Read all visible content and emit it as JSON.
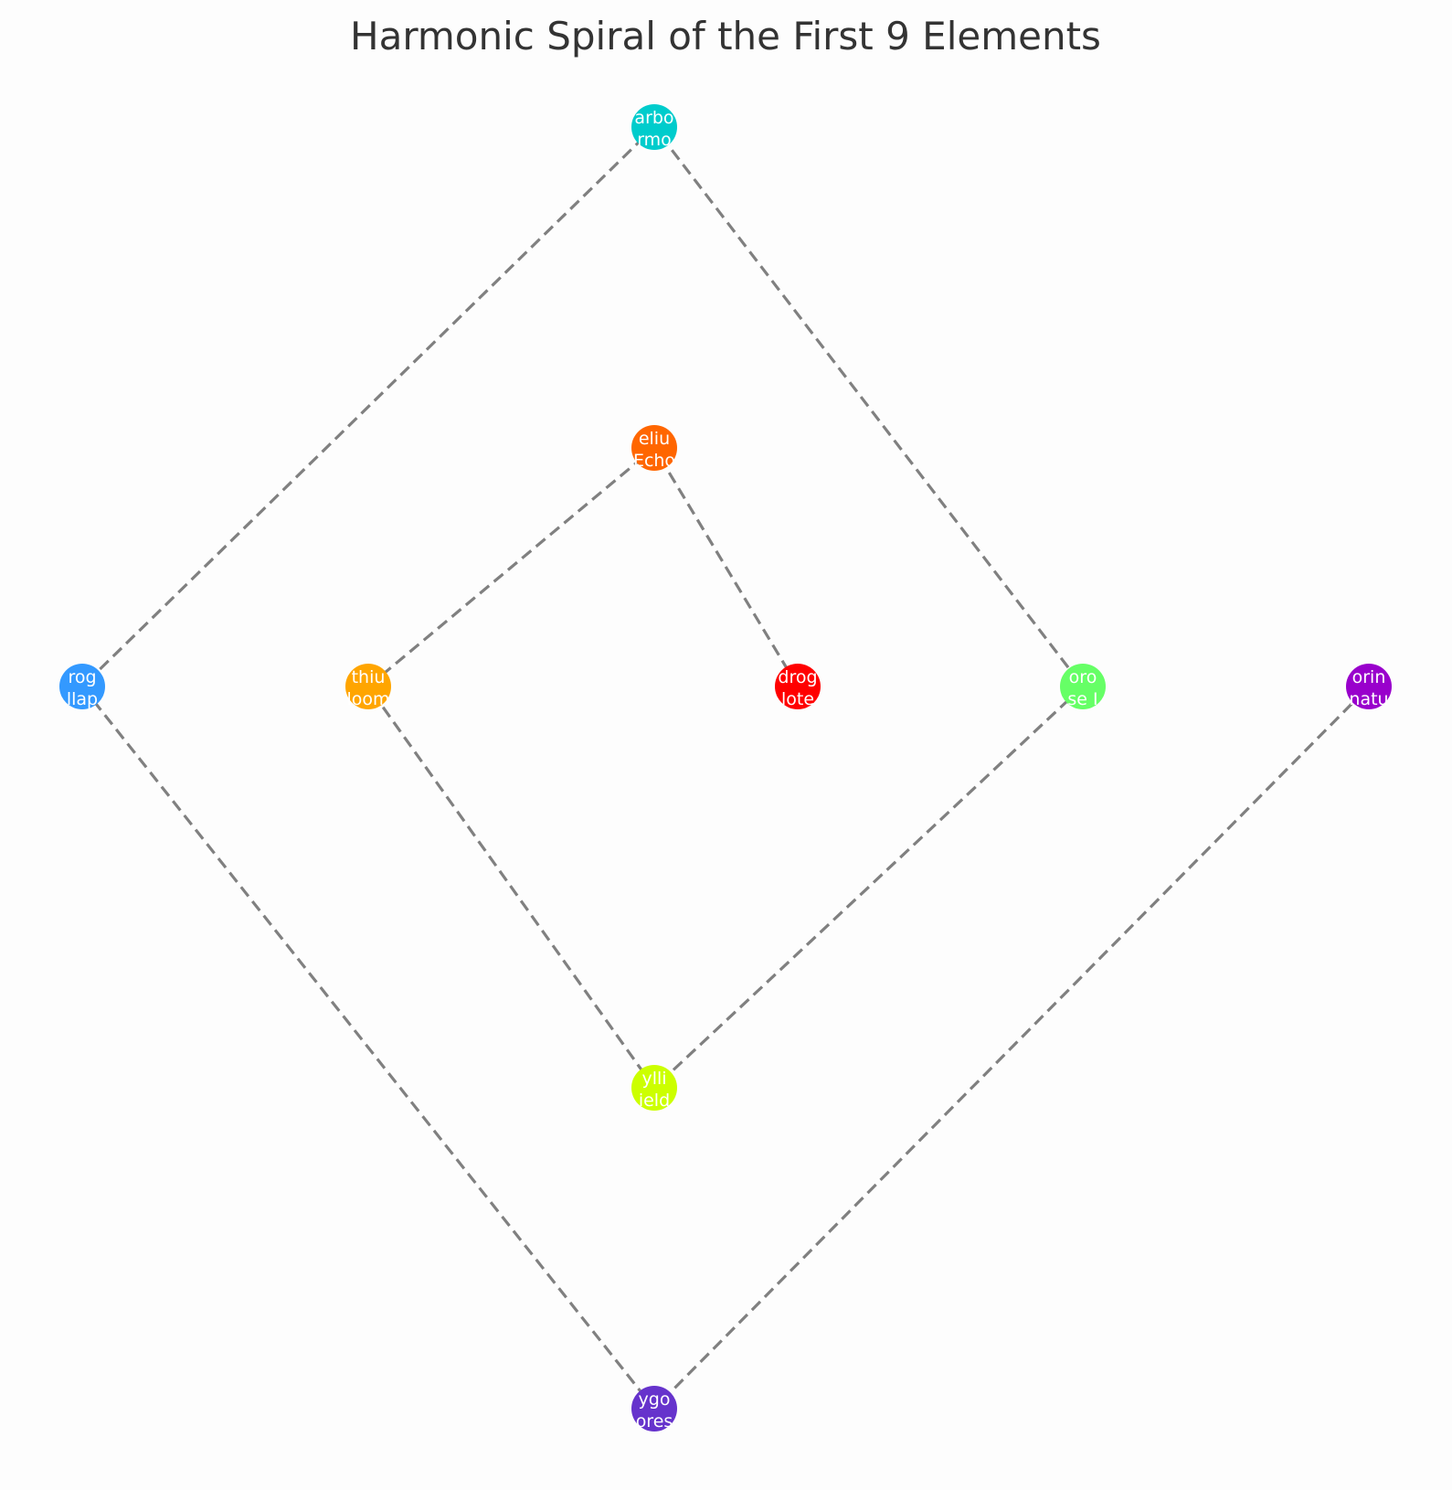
{
  "title": "Harmonic Spiral of the First 9 Elements",
  "colors": {
    "background": "#fdfdfd",
    "link": "#808080",
    "title": "#333333",
    "label": "#ffffff"
  },
  "nodes": [
    {
      "id": "n1",
      "line1": "drog",
      "line2": "lote",
      "color": "#ff0000"
    },
    {
      "id": "n2",
      "line1": "eliu",
      "line2": "Echo",
      "color": "#ff6600"
    },
    {
      "id": "n3",
      "line1": "thiu",
      "line2": "loom",
      "color": "#ffa500"
    },
    {
      "id": "n4",
      "line1": "ylli",
      "line2": "ield",
      "color": "#ccff00"
    },
    {
      "id": "n5",
      "line1": "oro",
      "line2": "se I",
      "color": "#66ff66"
    },
    {
      "id": "n6",
      "line1": "arbo",
      "line2": "rmo",
      "color": "#00cccc"
    },
    {
      "id": "n7",
      "line1": "rog",
      "line2": "llap",
      "color": "#3399ff"
    },
    {
      "id": "n8",
      "line1": "ygo",
      "line2": "ores",
      "color": "#6633cc"
    },
    {
      "id": "n9",
      "line1": "orin",
      "line2": "natu",
      "color": "#9900cc"
    }
  ]
}
